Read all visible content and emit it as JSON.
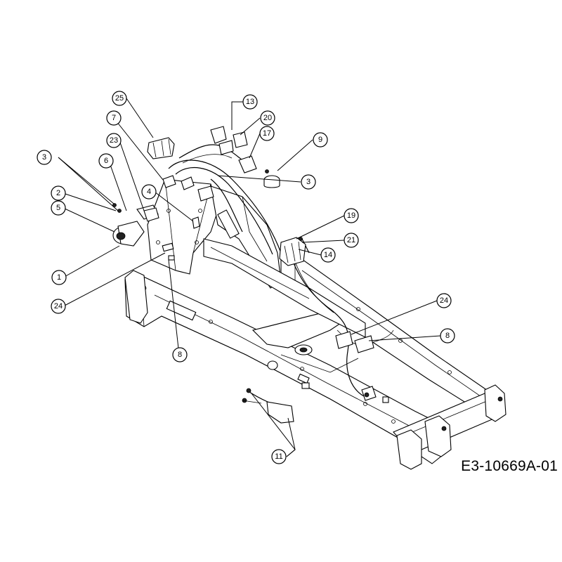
{
  "drawing_id": "E3-10669A-01",
  "callouts": [
    {
      "id": "c1",
      "label": "1"
    },
    {
      "id": "c2",
      "label": "2"
    },
    {
      "id": "c3a",
      "label": "3"
    },
    {
      "id": "c3b",
      "label": "3"
    },
    {
      "id": "c4",
      "label": "4"
    },
    {
      "id": "c5",
      "label": "5"
    },
    {
      "id": "c6",
      "label": "6"
    },
    {
      "id": "c7",
      "label": "7"
    },
    {
      "id": "c8a",
      "label": "8"
    },
    {
      "id": "c8b",
      "label": "8"
    },
    {
      "id": "c9",
      "label": "9"
    },
    {
      "id": "c11",
      "label": "11"
    },
    {
      "id": "c13",
      "label": "13"
    },
    {
      "id": "c14",
      "label": "14"
    },
    {
      "id": "c17",
      "label": "17"
    },
    {
      "id": "c19",
      "label": "19"
    },
    {
      "id": "c20",
      "label": "20"
    },
    {
      "id": "c21",
      "label": "21"
    },
    {
      "id": "c23",
      "label": "23"
    },
    {
      "id": "c24a",
      "label": "24"
    },
    {
      "id": "c24b",
      "label": "24"
    },
    {
      "id": "c25",
      "label": "25"
    }
  ]
}
